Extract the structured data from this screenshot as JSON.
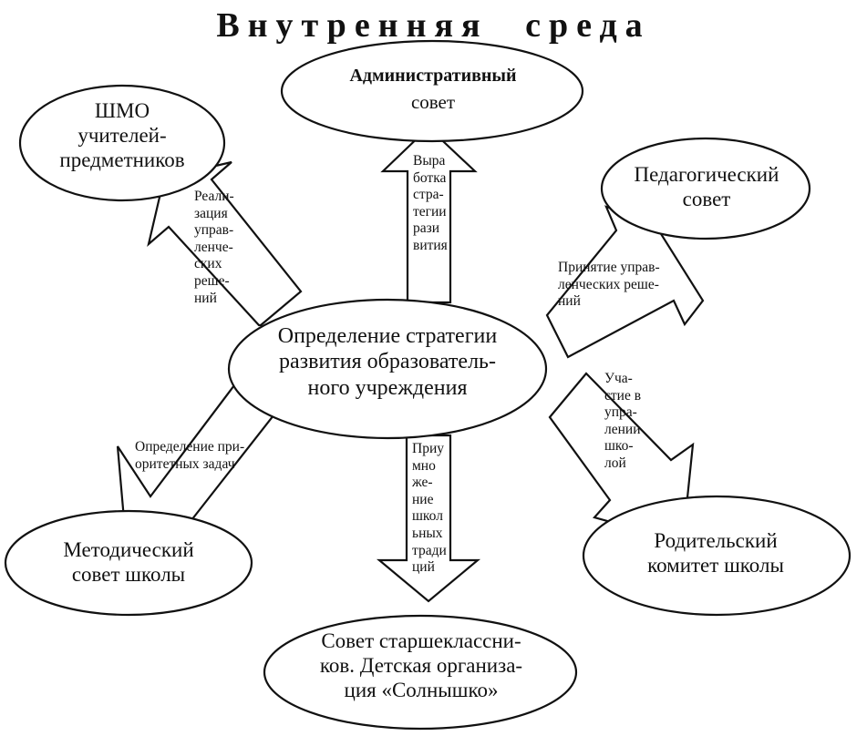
{
  "title": "Внутренняя среда",
  "nodes": {
    "center": "Определение стратегии\nразвития образователь-\nного учреждения",
    "admin_bold": "Административный",
    "admin_rest": "совет",
    "shmo": "ШМО\nучителей-\nпредметников",
    "pedagogical": "Педагогический\nсовет",
    "methodical": "Методический\nсовет школы",
    "parents": "Родительский\nкомитет школы",
    "seniors": "Совет старшеклассни-\nков. Детская организа-\nция «Солнышко»"
  },
  "arrows": {
    "admin": "Выра\nботка\nстра-\nтегии\nрази\nвития",
    "shmo": "Реали-\nзация\nуправ-\nленче-\nских\nреше-\nний",
    "pedagogical": "Принятие управ-\nленческих реше-\nний",
    "methodical": "Определение при-\nоритетных задач",
    "parents": "Уча-\nстие в\nупра-\nлении\nшко-\nлой",
    "seniors": "Приу\nмно\nже-\nние\nшкол\nьных\nтради\nций"
  }
}
